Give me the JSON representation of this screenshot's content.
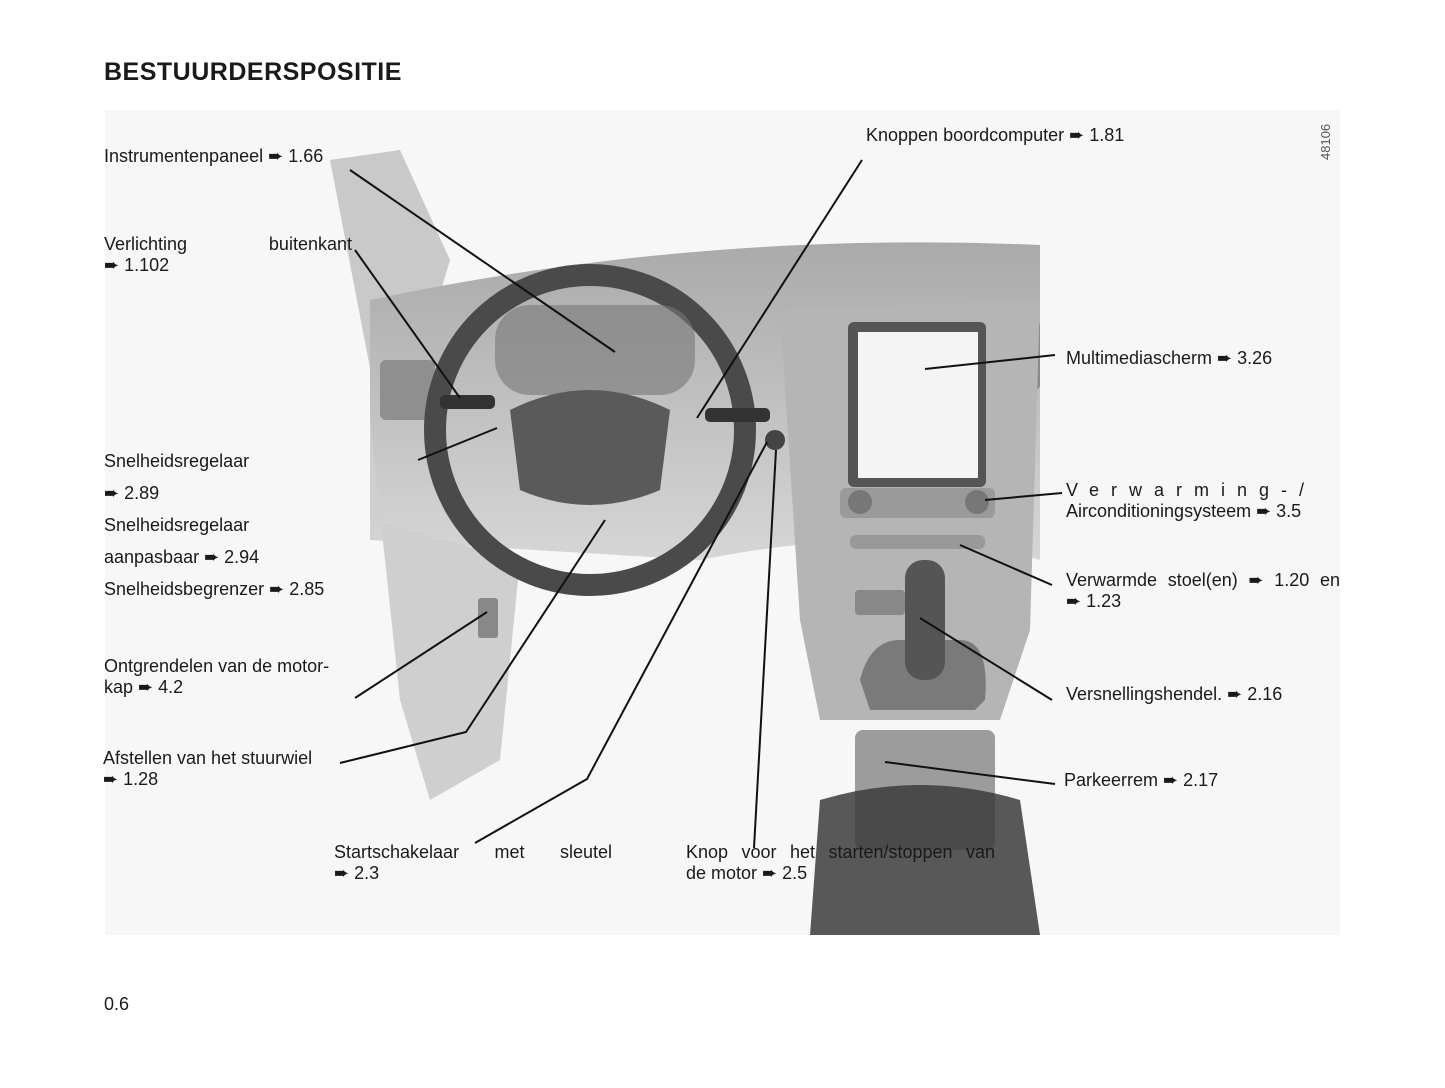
{
  "page": {
    "title": "BESTUURDERSPOSITIE",
    "page_number": "0.6",
    "illustration_ref": "48106"
  },
  "labels": {
    "instrumentenpaneel": "Instrumentenpaneel ➨ 1.66",
    "verlichting_1": "Verlichting buitenkant",
    "verlichting_2": "➨ 1.102",
    "snelheid_1": "Snelheidsregelaar",
    "snelheid_2": "➨ 2.89",
    "snelheid_3": "Snelheidsregelaar",
    "snelheid_4": "aanpasbaar ➨ 2.94",
    "snelheid_5": "Snelheidsbegrenzer ➨ 2.85",
    "motorkap_1": "Ontgrendelen van de motor-",
    "motorkap_2": "kap ➨ 4.2",
    "stuurwiel_1": "Afstellen van het stuurwiel",
    "stuurwiel_2": "➨ 1.28",
    "start_sleutel_1": "Startschakelaar met sleutel",
    "start_sleutel_2": "➨ 2.3",
    "start_knop_1": "Knop voor het starten/stoppen van",
    "start_knop_2": "de motor ➨ 2.5",
    "boordcomputer": "Knoppen boordcomputer ➨ 1.81",
    "multimedia": "Multimediascherm ➨ 3.26",
    "airco_1": "Verwarming-/",
    "airco_2": "Airconditioningsysteem ➨ 3.5",
    "stoelen_1": "Verwarmde stoel(en) ➨ 1.20 en",
    "stoelen_2": "➨ 1.23",
    "versnelling": "Versnellingshendel. ➨ 2.16",
    "parkeerrem": "Parkeerrem ➨ 2.17"
  }
}
